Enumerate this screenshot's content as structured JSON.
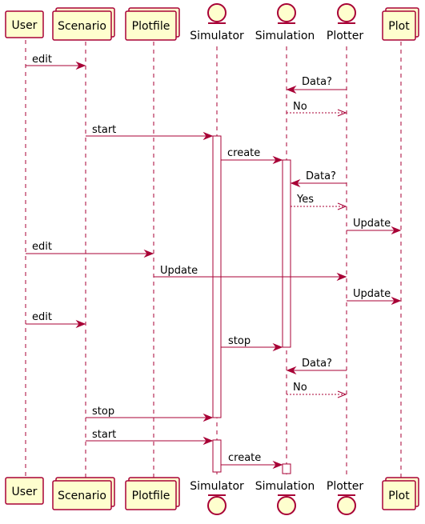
{
  "diagram": {
    "type": "sequence",
    "colors": {
      "accent": "#A80036",
      "participant_fill": "#FEFECE",
      "background": "#ffffff"
    },
    "participants": [
      {
        "id": "user",
        "label": "User",
        "kind": "participant"
      },
      {
        "id": "scenario",
        "label": "Scenario",
        "kind": "collections"
      },
      {
        "id": "plotfile",
        "label": "Plotfile",
        "kind": "collections"
      },
      {
        "id": "simulator",
        "label": "Simulator",
        "kind": "entity"
      },
      {
        "id": "simulation",
        "label": "Simulation",
        "kind": "entity"
      },
      {
        "id": "plotter",
        "label": "Plotter",
        "kind": "entity"
      },
      {
        "id": "plot",
        "label": "Plot",
        "kind": "collections"
      }
    ],
    "messages": [
      {
        "from": "user",
        "to": "scenario",
        "label": "edit",
        "style": "solid"
      },
      {
        "from": "plotter",
        "to": "simulation",
        "label": "Data?",
        "style": "solid"
      },
      {
        "from": "simulation",
        "to": "plotter",
        "label": "No",
        "style": "dashed"
      },
      {
        "from": "scenario",
        "to": "simulator",
        "label": "start",
        "style": "solid"
      },
      {
        "from": "simulator",
        "to": "simulation",
        "label": "create",
        "style": "solid"
      },
      {
        "from": "plotter",
        "to": "simulation",
        "label": "Data?",
        "style": "solid"
      },
      {
        "from": "simulation",
        "to": "plotter",
        "label": "Yes",
        "style": "dashed"
      },
      {
        "from": "plotter",
        "to": "plot",
        "label": "Update",
        "style": "solid"
      },
      {
        "from": "user",
        "to": "plotfile",
        "label": "edit",
        "style": "solid"
      },
      {
        "from": "plotfile",
        "to": "plotter",
        "label": "Update",
        "style": "solid"
      },
      {
        "from": "plotter",
        "to": "plot",
        "label": "Update",
        "style": "solid"
      },
      {
        "from": "user",
        "to": "scenario",
        "label": "edit",
        "style": "solid"
      },
      {
        "from": "simulator",
        "to": "simulation",
        "label": "stop",
        "style": "solid"
      },
      {
        "from": "plotter",
        "to": "simulation",
        "label": "Data?",
        "style": "solid"
      },
      {
        "from": "simulation",
        "to": "plotter",
        "label": "No",
        "style": "dashed"
      },
      {
        "from": "scenario",
        "to": "simulator",
        "label": "stop",
        "style": "solid"
      },
      {
        "from": "scenario",
        "to": "simulator",
        "label": "start",
        "style": "solid"
      },
      {
        "from": "simulator",
        "to": "simulation",
        "label": "create",
        "style": "solid"
      }
    ]
  }
}
